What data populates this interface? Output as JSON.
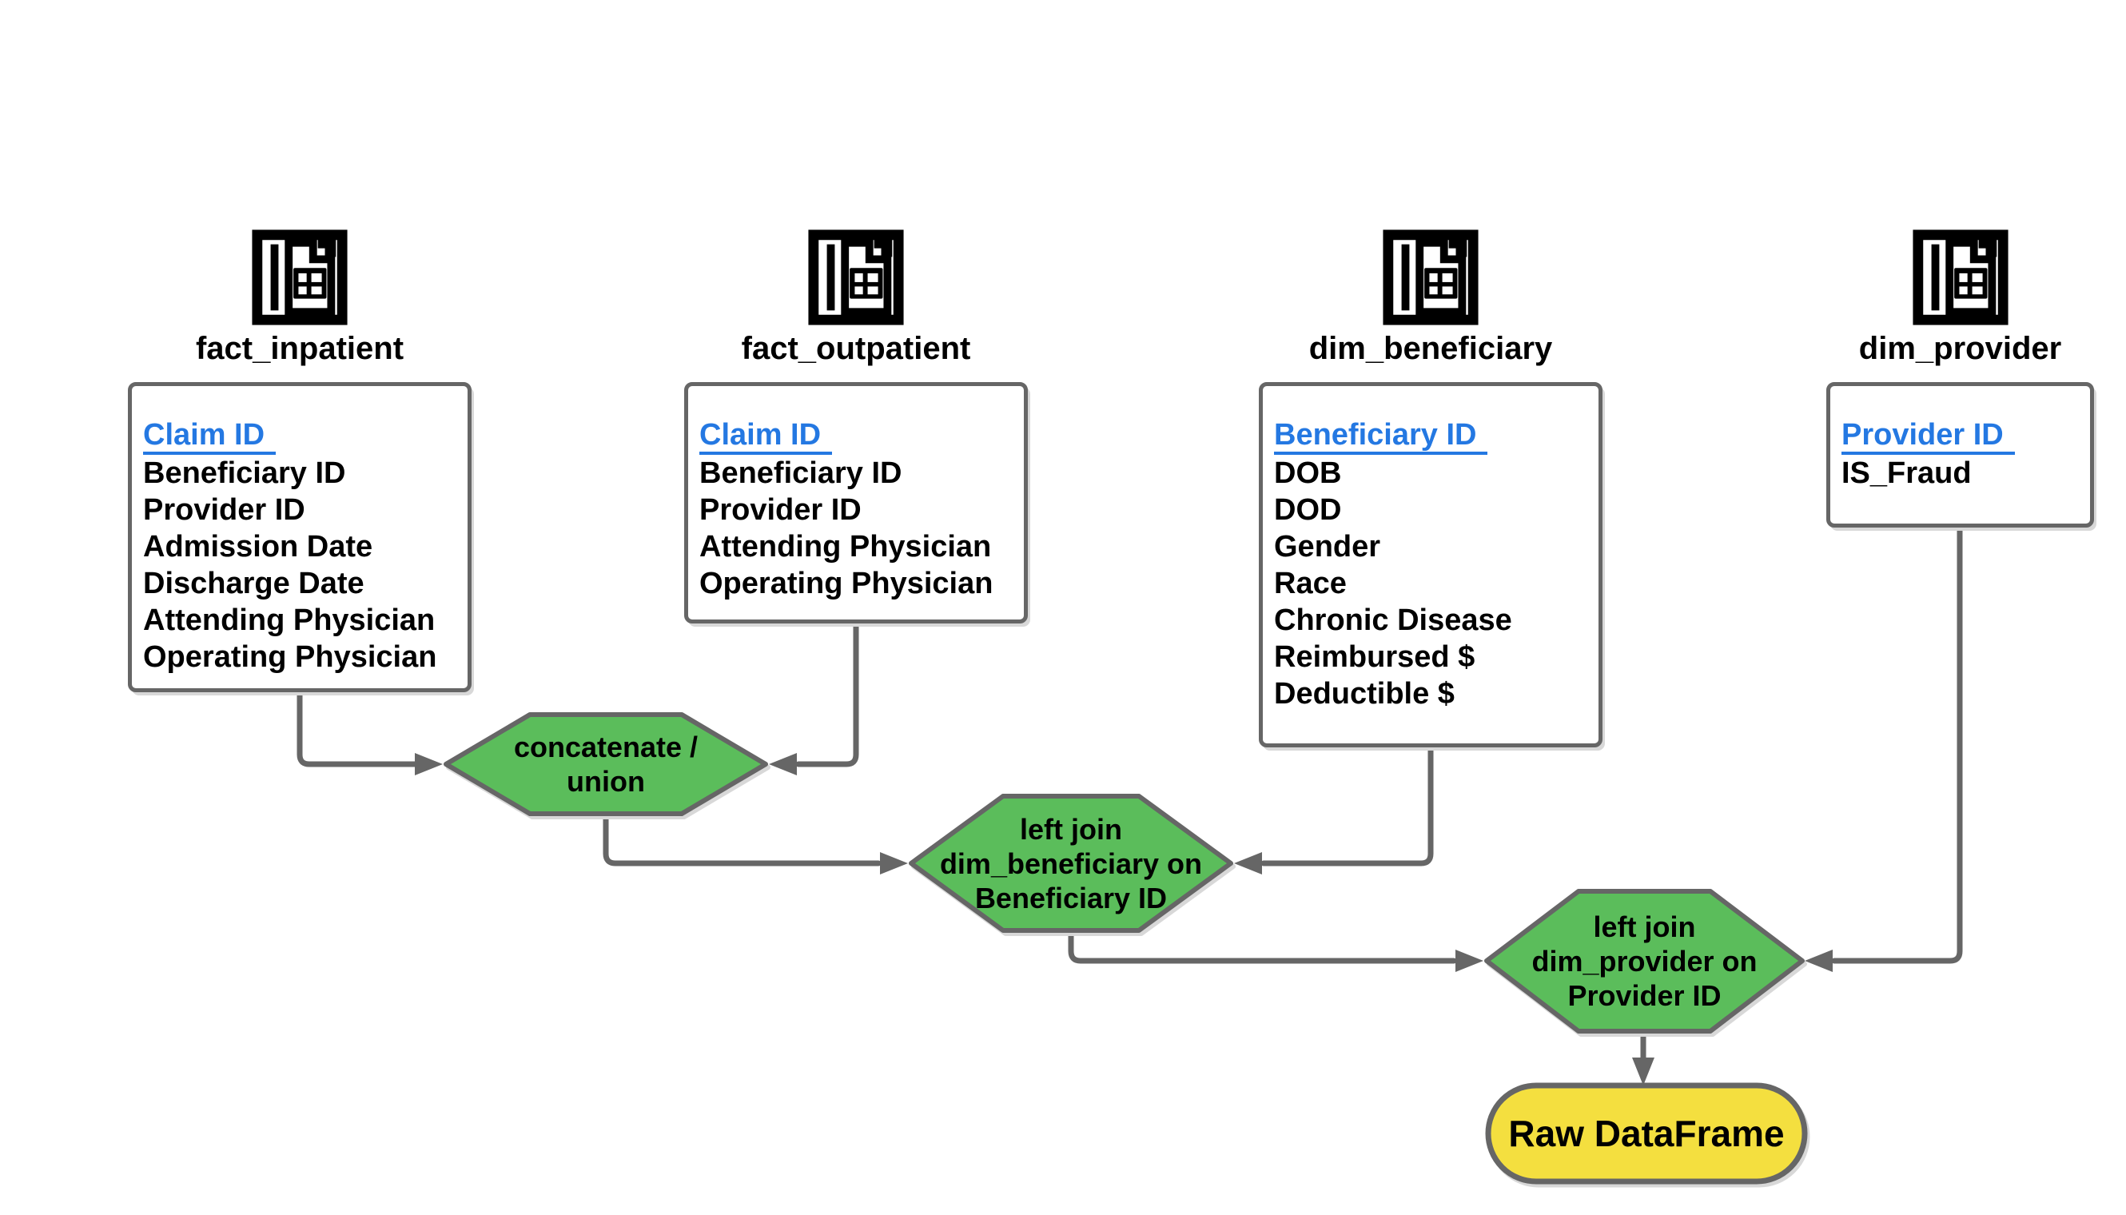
{
  "colors": {
    "node_border": "#666666",
    "connector": "#666666",
    "process_fill": "#5bbd5b",
    "output_fill": "#f4df3f",
    "key_field_blue": "#2478e2",
    "text": "#000000",
    "background": "#ffffff"
  },
  "tables": [
    {
      "name": "fact_inpatient",
      "icon": "spreadsheet-file-icon",
      "fields": [
        {
          "label": "Claim ID",
          "key": true
        },
        {
          "label": "Beneficiary ID"
        },
        {
          "label": "Provider ID"
        },
        {
          "label": "Admission Date"
        },
        {
          "label": "Discharge Date"
        },
        {
          "label": "Attending Physician"
        },
        {
          "label": "Operating Physician"
        }
      ]
    },
    {
      "name": "fact_outpatient",
      "icon": "spreadsheet-file-icon",
      "fields": [
        {
          "label": "Claim ID",
          "key": true
        },
        {
          "label": "Beneficiary ID"
        },
        {
          "label": "Provider ID"
        },
        {
          "label": "Attending Physician"
        },
        {
          "label": "Operating Physician"
        }
      ]
    },
    {
      "name": "dim_beneficiary",
      "icon": "spreadsheet-file-icon",
      "fields": [
        {
          "label": "Beneficiary ID",
          "key": true
        },
        {
          "label": "DOB"
        },
        {
          "label": "DOD"
        },
        {
          "label": "Gender"
        },
        {
          "label": "Race"
        },
        {
          "label": "Chronic Disease"
        },
        {
          "label": "Reimbursed $"
        },
        {
          "label": "Deductible $"
        }
      ]
    },
    {
      "name": "dim_provider",
      "icon": "spreadsheet-file-icon",
      "fields": [
        {
          "label": "Provider ID",
          "key": true
        },
        {
          "label": "IS_Fraud"
        }
      ]
    }
  ],
  "processes": [
    {
      "lines": [
        "concatenate /",
        "union"
      ]
    },
    {
      "lines": [
        "left join",
        "dim_beneficiary on",
        "Beneficiary ID"
      ]
    },
    {
      "lines": [
        "left join",
        "dim_provider on",
        "Provider ID"
      ]
    }
  ],
  "output": {
    "label": "Raw DataFrame"
  }
}
